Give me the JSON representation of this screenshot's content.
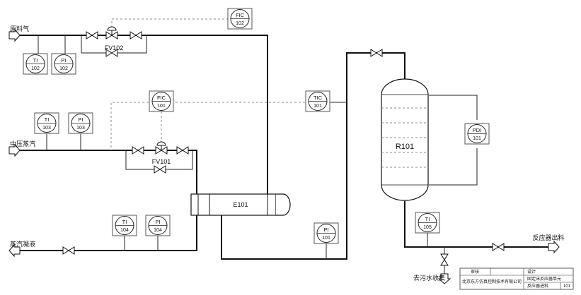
{
  "streams": {
    "feed_gas": "原料气",
    "mp_steam": "中压蒸汽",
    "condensate": "蒸汽凝液",
    "reactor_out": "反应器出料",
    "waste_water": "去污水收集"
  },
  "control_valves": {
    "fv102": "FV102",
    "fv101": "FV101"
  },
  "equipment": {
    "exchanger": "E101",
    "reactor": "R101"
  },
  "instruments": [
    {
      "id": "fic102",
      "tag": "FIC",
      "num": "102",
      "style": "box"
    },
    {
      "id": "ti102",
      "tag": "TI",
      "num": "102",
      "style": "circle"
    },
    {
      "id": "pi102",
      "tag": "PI",
      "num": "102",
      "style": "circle"
    },
    {
      "id": "fic101",
      "tag": "FIC",
      "num": "101",
      "style": "box"
    },
    {
      "id": "tic101",
      "tag": "TIC",
      "num": "101",
      "style": "box"
    },
    {
      "id": "ti103",
      "tag": "TI",
      "num": "103",
      "style": "circle"
    },
    {
      "id": "pi103",
      "tag": "PI",
      "num": "103",
      "style": "circle"
    },
    {
      "id": "pdi101",
      "tag": "PDI",
      "num": "101",
      "style": "circle"
    },
    {
      "id": "ti104",
      "tag": "TI",
      "num": "104",
      "style": "circle"
    },
    {
      "id": "pi104",
      "tag": "PI",
      "num": "104",
      "style": "circle"
    },
    {
      "id": "pi101",
      "tag": "PI",
      "num": "101",
      "style": "circle"
    },
    {
      "id": "ti105",
      "tag": "TI",
      "num": "105",
      "style": "circle"
    }
  ],
  "title_block": {
    "designed": "审核",
    "project_label": "设计",
    "company": "北京东方仿真控制技术有限公司",
    "unit": "固定床反应器单元",
    "drawing": "反应器进料",
    "number": "101"
  },
  "colors": {
    "line": "#111111",
    "signal": "#888888",
    "panel_border": "#555555"
  }
}
